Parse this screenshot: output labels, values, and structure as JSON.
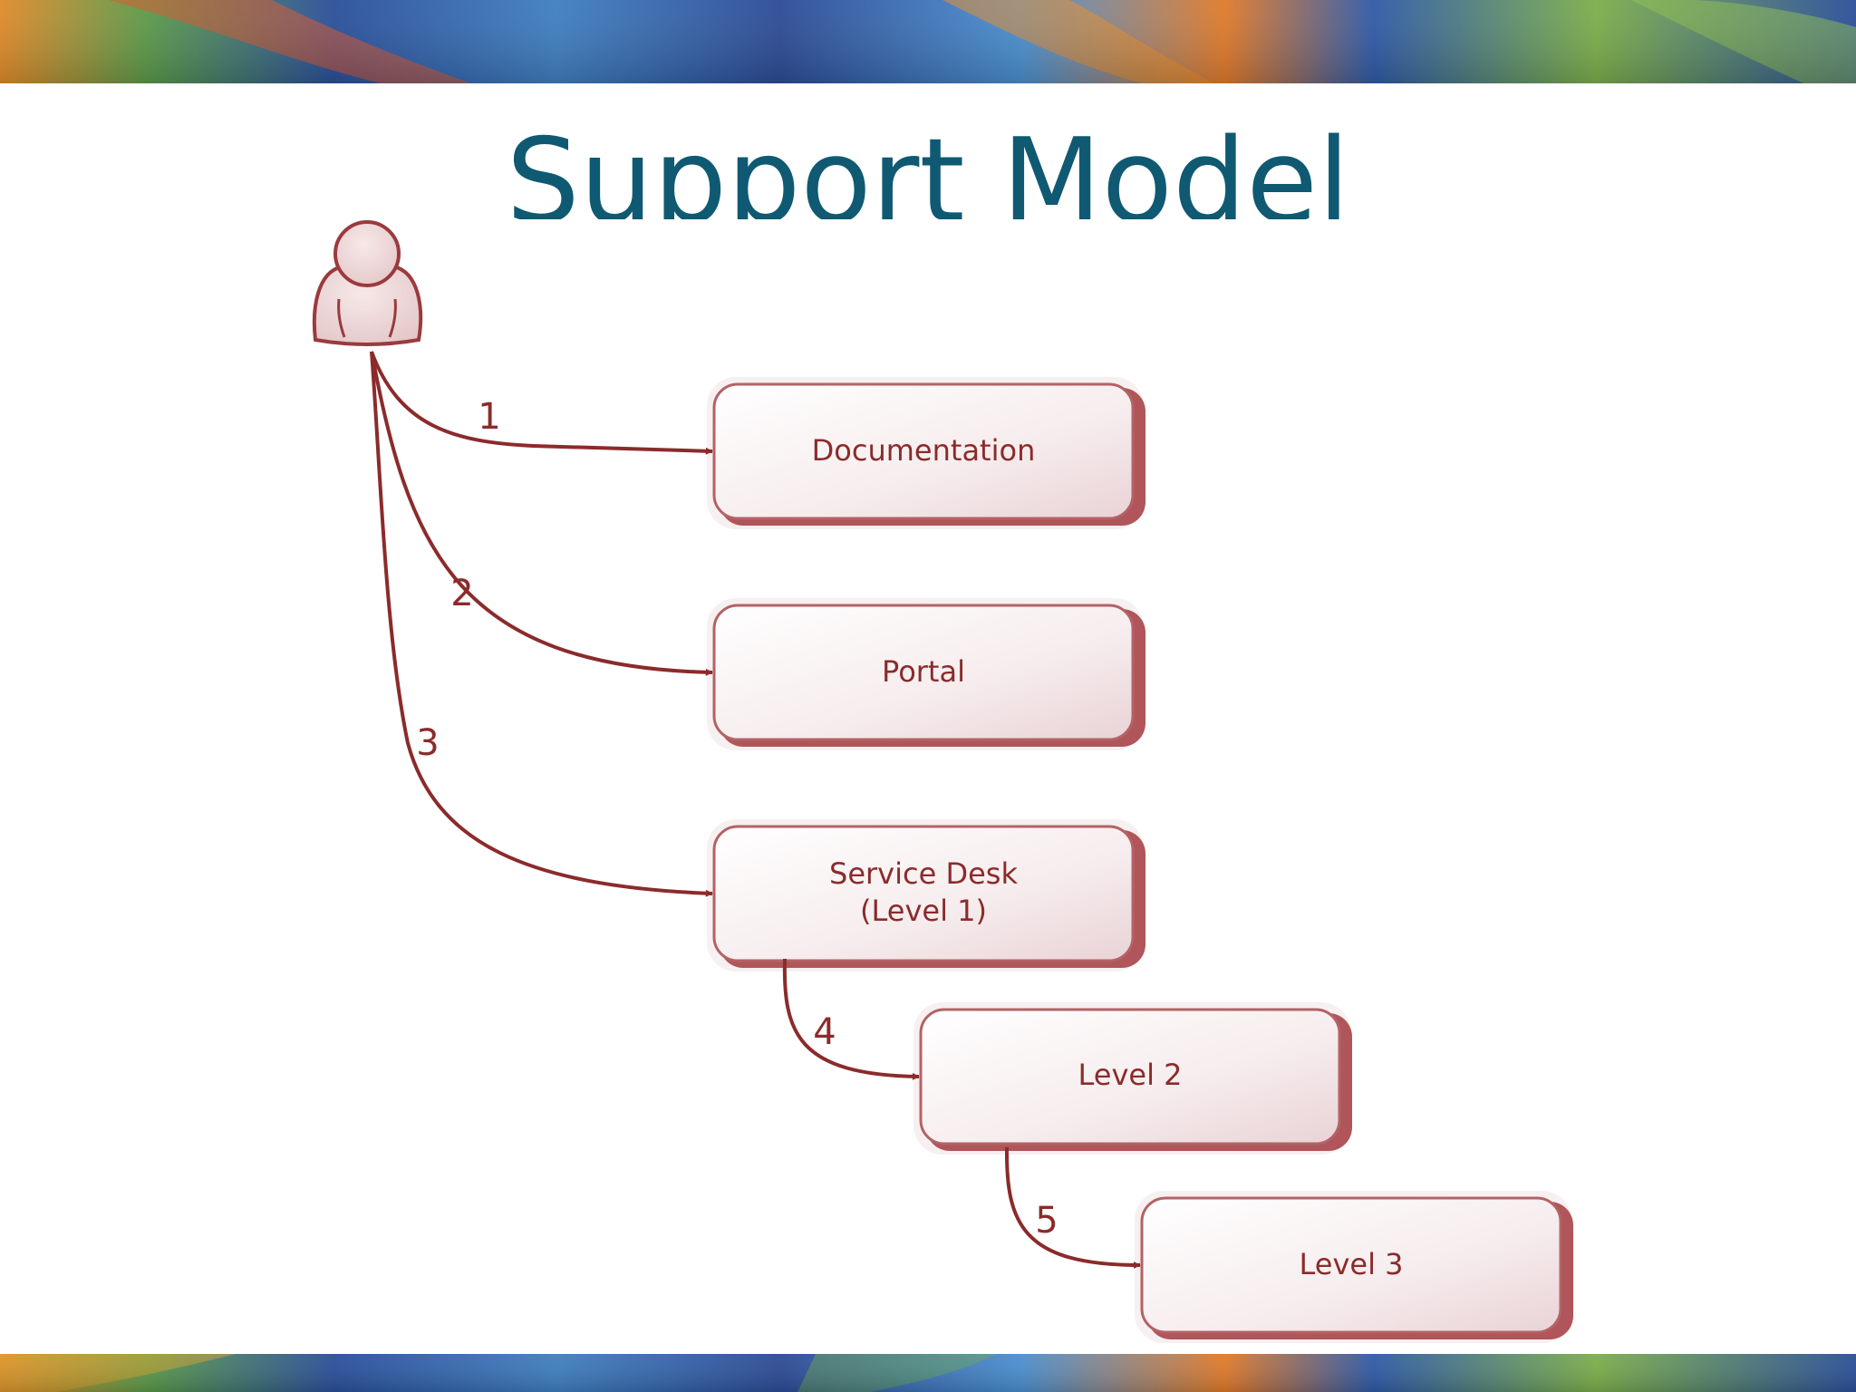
{
  "slide": {
    "title": "Support Model"
  },
  "theme": {
    "title_color": "#0f5a72",
    "accent": "#8b2b2b",
    "box_fill_light": "#ffffff",
    "box_fill_dark": "#ead7d9"
  },
  "diagram": {
    "actor": {
      "icon": "user-icon"
    },
    "boxes": {
      "documentation": {
        "label": "Documentation"
      },
      "portal": {
        "label": "Portal"
      },
      "service_desk": {
        "line1": "Service Desk",
        "line2": "(Level 1)"
      },
      "level2": {
        "label": "Level 2"
      },
      "level3": {
        "label": "Level 3"
      }
    },
    "steps": [
      "1",
      "2",
      "3",
      "4",
      "5"
    ]
  }
}
